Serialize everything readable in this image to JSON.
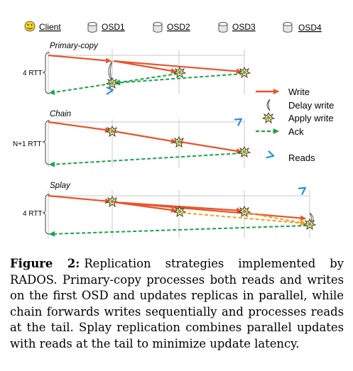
{
  "header": {
    "client": "Client",
    "osds": [
      "OSD1",
      "OSD2",
      "OSD3",
      "OSD4"
    ]
  },
  "panels": [
    {
      "title": "Primary-copy",
      "rtt": "4 RTT"
    },
    {
      "title": "Chain",
      "rtt": "N+1 RTT"
    },
    {
      "title": "Splay",
      "rtt": "4 RTT"
    }
  ],
  "legend": {
    "write": "Write",
    "delay_write": "Delay write",
    "apply_write": "Apply write",
    "ack": "Ack",
    "reads": "Reads"
  },
  "colors": {
    "write": "#e8542c",
    "ack": "#1aa34a",
    "splay_ack": "#f0a020",
    "read": "#2a8fd6",
    "client_face": "#f2d21b"
  },
  "caption": {
    "label": "Figure 2:",
    "text": "Replication strategies implemented by RADOS. Primary-copy processes both reads and writes on the first OSD and updates replicas in parallel, while chain forwards writes sequentially and processes reads at the tail. Splay replication combines parallel updates with reads at the tail to minimize update latency."
  }
}
